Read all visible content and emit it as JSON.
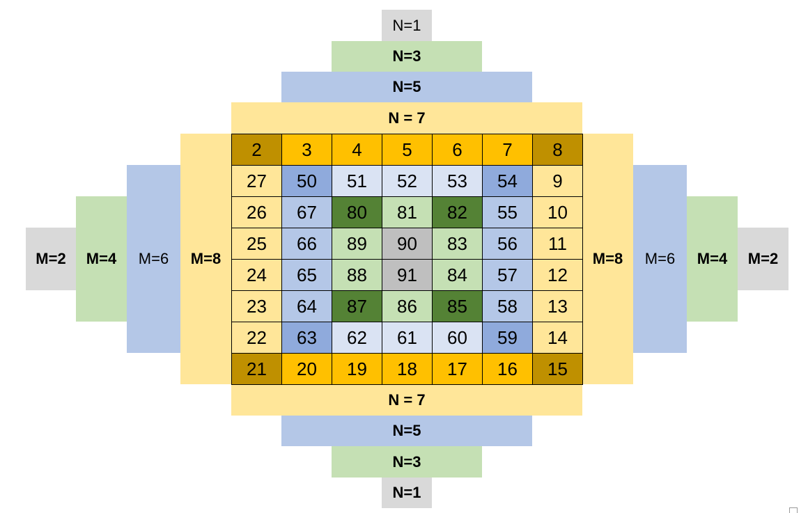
{
  "top_labels": [
    "N=1",
    "N=3",
    "N=5",
    "N = 7"
  ],
  "bottom_labels": [
    "N = 7",
    "N=5",
    "N=3",
    "N=1"
  ],
  "left_labels": [
    "M=2",
    "M=4",
    "M=6",
    "M=8"
  ],
  "right_labels": [
    "M=8",
    "M=6",
    "M=4",
    "M=2"
  ],
  "colors": {
    "dk": "#bf9000",
    "or": "#ffc000",
    "ly": "#ffe699",
    "db": "#8faadc",
    "pb": "#dae3f3",
    "mb": "#b4c7e7",
    "dg": "#548235",
    "lg": "#c5e0b4",
    "gr": "#bfbfbf"
  },
  "grid": [
    [
      [
        "2",
        "dk"
      ],
      [
        "3",
        "or"
      ],
      [
        "4",
        "or"
      ],
      [
        "5",
        "or"
      ],
      [
        "6",
        "or"
      ],
      [
        "7",
        "or"
      ],
      [
        "8",
        "dk"
      ]
    ],
    [
      [
        "27",
        "ly"
      ],
      [
        "50",
        "db"
      ],
      [
        "51",
        "pb"
      ],
      [
        "52",
        "pb"
      ],
      [
        "53",
        "pb"
      ],
      [
        "54",
        "db"
      ],
      [
        "9",
        "ly"
      ]
    ],
    [
      [
        "26",
        "ly"
      ],
      [
        "67",
        "mb"
      ],
      [
        "80",
        "dg"
      ],
      [
        "81",
        "lg"
      ],
      [
        "82",
        "dg"
      ],
      [
        "55",
        "mb"
      ],
      [
        "10",
        "ly"
      ]
    ],
    [
      [
        "25",
        "ly"
      ],
      [
        "66",
        "mb"
      ],
      [
        "89",
        "lg"
      ],
      [
        "90",
        "gr"
      ],
      [
        "83",
        "lg"
      ],
      [
        "56",
        "mb"
      ],
      [
        "11",
        "ly"
      ]
    ],
    [
      [
        "24",
        "ly"
      ],
      [
        "65",
        "mb"
      ],
      [
        "88",
        "lg"
      ],
      [
        "91",
        "gr"
      ],
      [
        "84",
        "lg"
      ],
      [
        "57",
        "mb"
      ],
      [
        "12",
        "ly"
      ]
    ],
    [
      [
        "23",
        "ly"
      ],
      [
        "64",
        "mb"
      ],
      [
        "87",
        "dg"
      ],
      [
        "86",
        "lg"
      ],
      [
        "85",
        "dg"
      ],
      [
        "58",
        "mb"
      ],
      [
        "13",
        "ly"
      ]
    ],
    [
      [
        "22",
        "ly"
      ],
      [
        "63",
        "db"
      ],
      [
        "62",
        "pb"
      ],
      [
        "61",
        "pb"
      ],
      [
        "60",
        "pb"
      ],
      [
        "59",
        "db"
      ],
      [
        "14",
        "ly"
      ]
    ],
    [
      [
        "21",
        "dk"
      ],
      [
        "20",
        "or"
      ],
      [
        "19",
        "or"
      ],
      [
        "18",
        "or"
      ],
      [
        "17",
        "or"
      ],
      [
        "16",
        "or"
      ],
      [
        "15",
        "dk"
      ]
    ]
  ]
}
